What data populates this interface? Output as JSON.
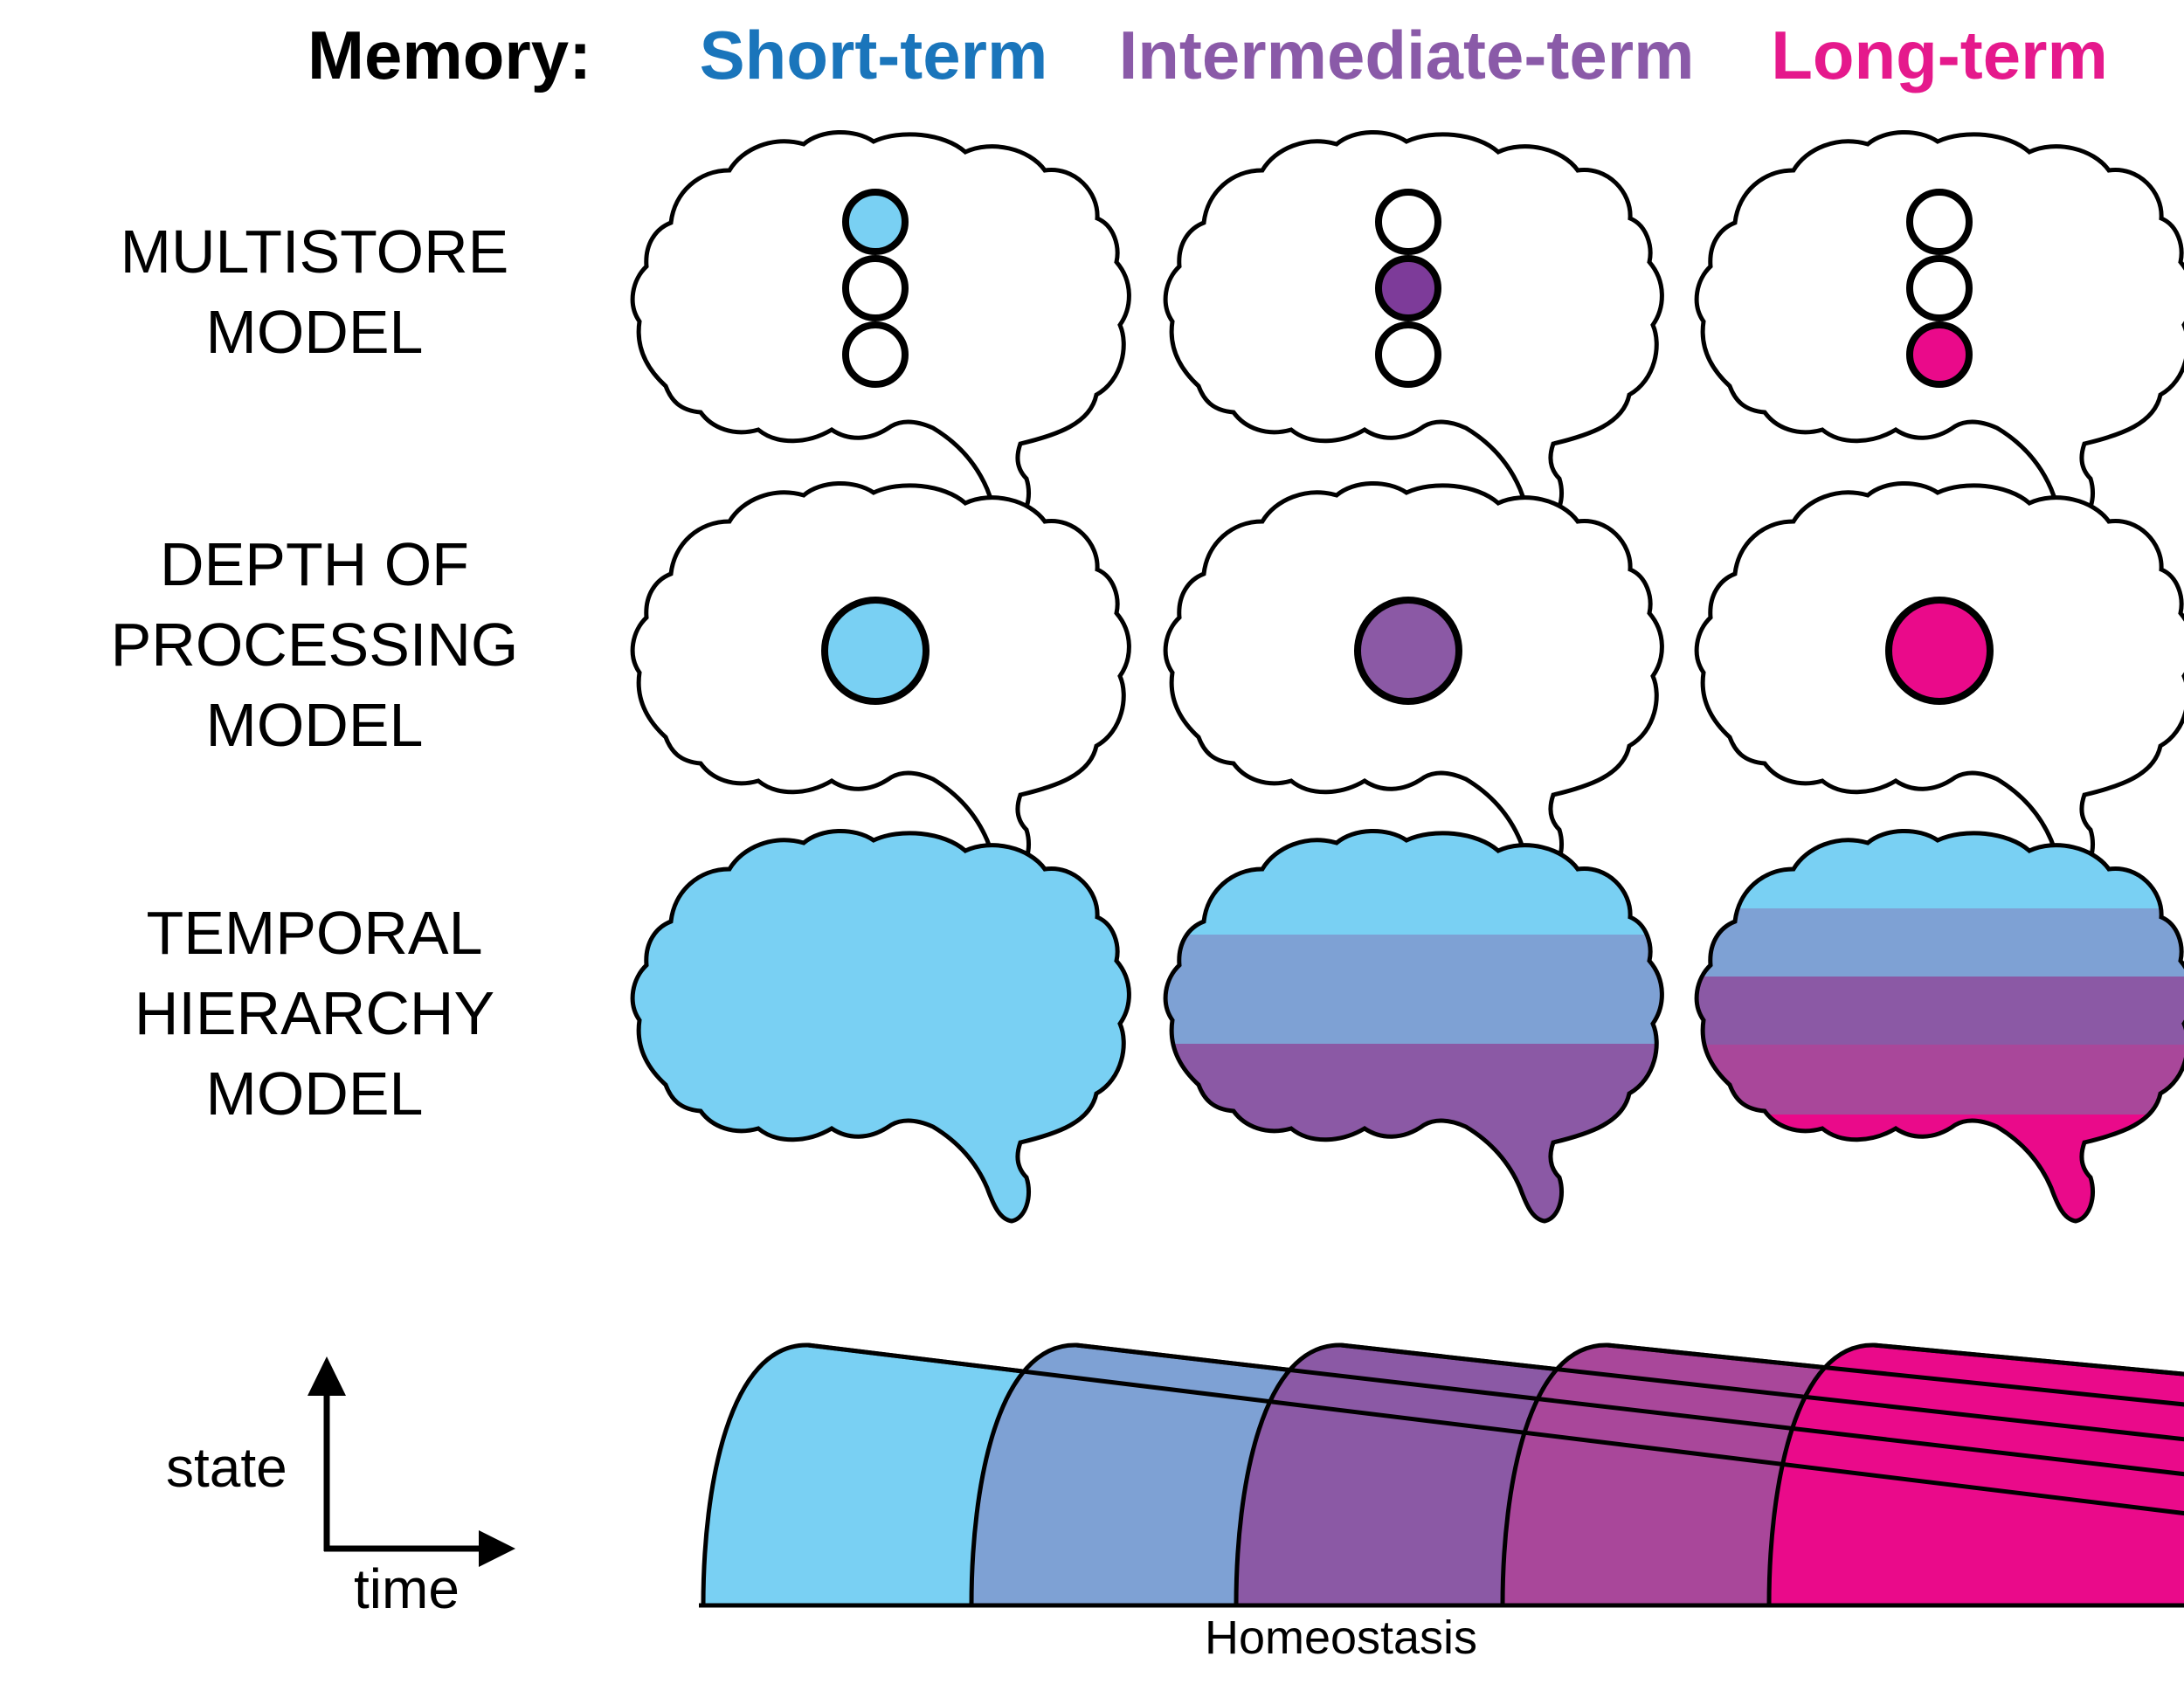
{
  "header": {
    "memory_label": "Memory:",
    "short": "Short-term",
    "intermediate": "Intermediate-term",
    "long": "Long-term"
  },
  "colors": {
    "short": "#1a75bb",
    "intermediate": "#8a5aa8",
    "long": "#e5198c",
    "light_blue": "#79d0f3",
    "steel_blue": "#7ea1d4",
    "purple": "#8b59a5",
    "dark_purple": "#7d3b99",
    "magenta": "#a9479a",
    "pink": "#ea0a8a"
  },
  "rows": [
    {
      "id": "multistore",
      "lines": [
        "MULTISTORE",
        "MODEL"
      ]
    },
    {
      "id": "depth",
      "lines": [
        "DEPTH OF",
        "PROCESSING",
        "MODEL"
      ]
    },
    {
      "id": "temporal",
      "lines": [
        "TEMPORAL",
        "HIERARCHY",
        "MODEL"
      ]
    }
  ],
  "axes": {
    "y_label": "state",
    "x_label": "time"
  },
  "baseline_label": "Homeostasis"
}
